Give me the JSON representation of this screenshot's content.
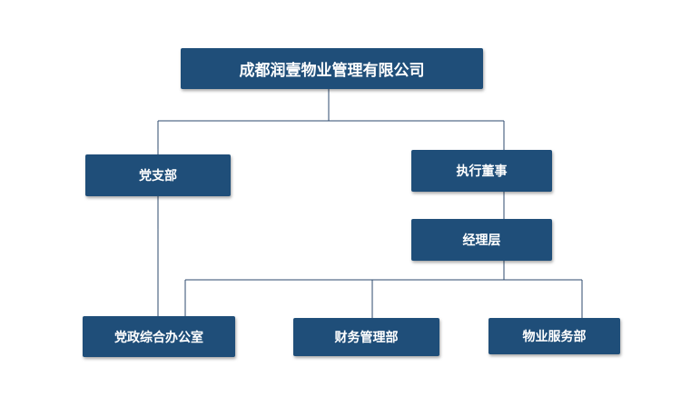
{
  "colors": {
    "node_fill": "#1f4e79",
    "node_text": "#ffffff",
    "connector": "#2e4a6e",
    "background": "#ffffff"
  },
  "org_chart": {
    "root": {
      "label": "成都润壹物业管理有限公司"
    },
    "party_branch": {
      "label": "党支部"
    },
    "executive_director": {
      "label": "执行董事"
    },
    "management": {
      "label": "经理层"
    },
    "general_office": {
      "label": "党政综合办公室"
    },
    "finance_dept": {
      "label": "财务管理部"
    },
    "property_service_dept": {
      "label": "物业服务部"
    }
  }
}
